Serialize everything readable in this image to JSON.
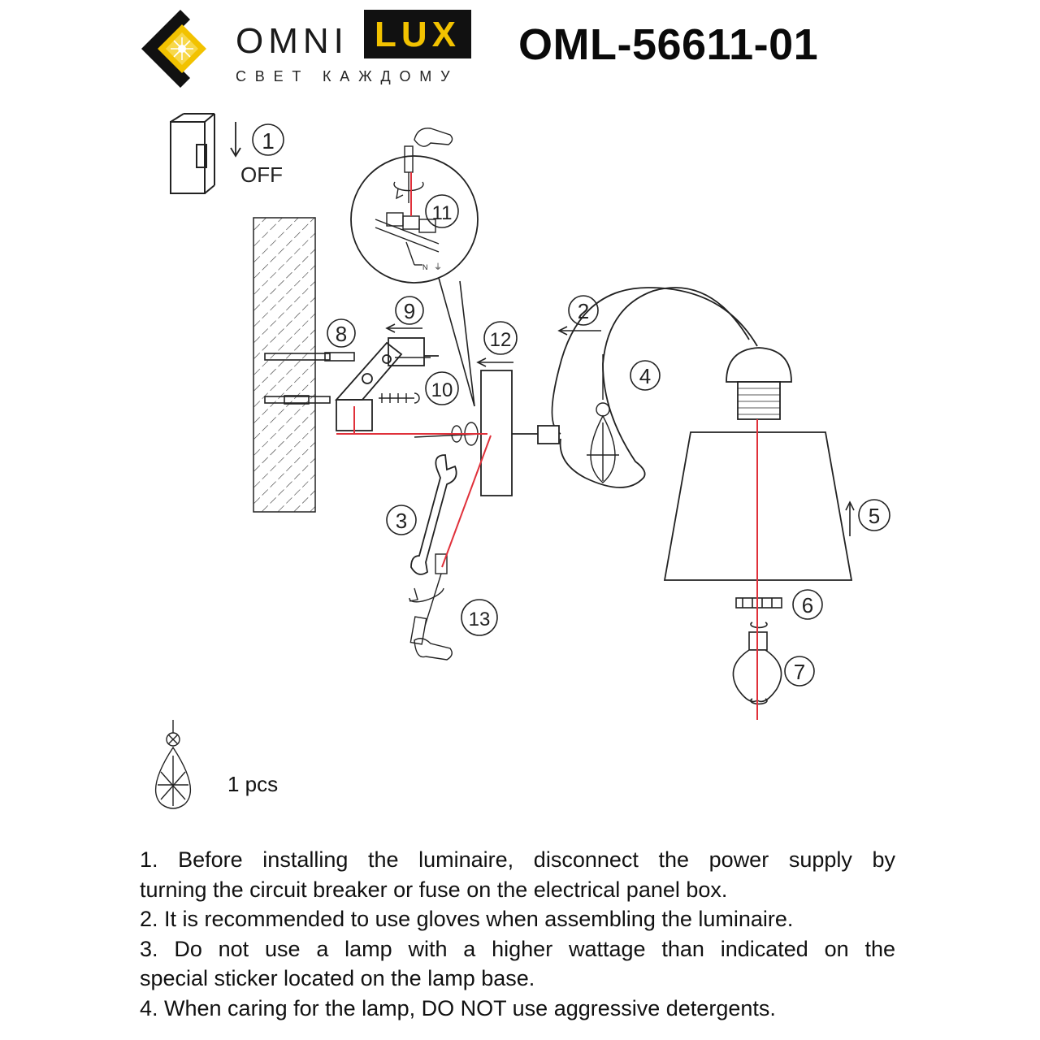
{
  "brand": {
    "name_part1": "OMNI",
    "name_part2": "LUX",
    "tagline": "СВЕТ КАЖДОМУ",
    "colors": {
      "accent": "#f2c200",
      "dark": "#111111"
    }
  },
  "model": "OML-56611-01",
  "diagram": {
    "off_label": "OFF",
    "steps": [
      "1",
      "2",
      "3",
      "4",
      "5",
      "6",
      "7",
      "8",
      "9",
      "10",
      "11",
      "12",
      "13"
    ],
    "wiring_labels": {
      "neutral": "N",
      "earth": "⏚"
    },
    "line_color": "#e0303a"
  },
  "accessory": {
    "quantity_label": "1 pcs",
    "icon": "crystal-pendant-icon"
  },
  "instructions": [
    "1. Before installing the luminaire, disconnect the power supply by",
    "turning the circuit breaker or fuse on the electrical panel box.",
    "2. It is recommended to use gloves when assembling the luminaire.",
    "3. Do not use a lamp with a higher wattage than indicated on the",
    "special sticker located on the lamp base.",
    "4. When caring for the lamp, DO NOT use aggressive detergents."
  ]
}
